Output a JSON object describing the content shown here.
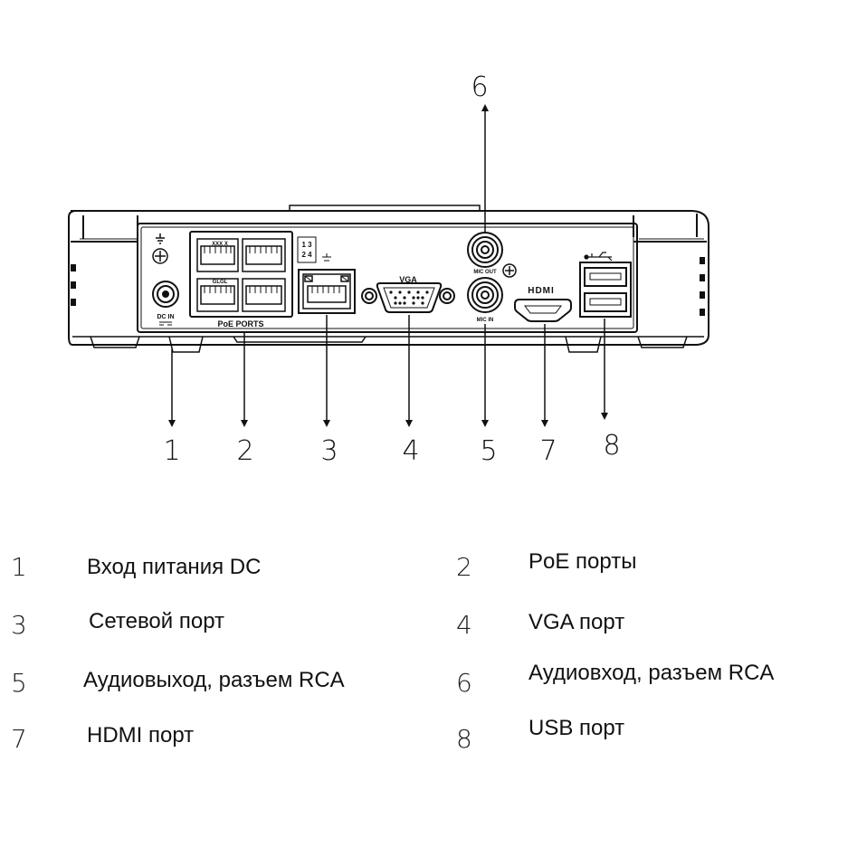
{
  "device_labels": {
    "dc_in": "DC IN",
    "poe_ports": "PoE PORTS",
    "poe_top_mark": "XXX X",
    "poe_bottom_mark": "GLGL",
    "port_numbers_top": "1 3",
    "port_numbers_bottom": "2 4",
    "vga": "VGA",
    "mic_out": "MIC OUT",
    "mic_in": "MIC IN",
    "hdmi": "HDMI"
  },
  "callouts": [
    {
      "id": "1",
      "label": "1"
    },
    {
      "id": "2",
      "label": "2"
    },
    {
      "id": "3",
      "label": "3"
    },
    {
      "id": "4",
      "label": "4"
    },
    {
      "id": "5",
      "label": "5"
    },
    {
      "id": "6",
      "label": "6"
    },
    {
      "id": "7",
      "label": "7"
    },
    {
      "id": "8",
      "label": "8"
    }
  ],
  "legend": [
    {
      "num": "1",
      "text": "Вход питания DC"
    },
    {
      "num": "2",
      "text": "PoE порты"
    },
    {
      "num": "3",
      "text": "Сетевой порт"
    },
    {
      "num": "4",
      "text": "VGA порт"
    },
    {
      "num": "5",
      "text": "Аудиовыход, разъем RCA"
    },
    {
      "num": "6",
      "text": "Аудиовход, разъем RCA"
    },
    {
      "num": "7",
      "text": "HDMI порт"
    },
    {
      "num": "8",
      "text": "USB порт"
    }
  ]
}
